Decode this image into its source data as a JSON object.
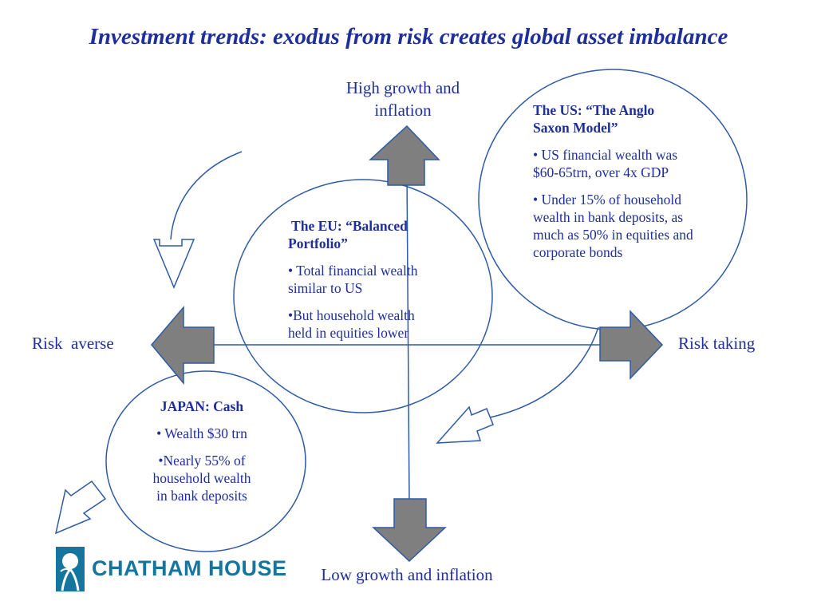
{
  "title": "Investment trends: exodus from risk creates global asset imbalance",
  "axes": {
    "top": "High growth and inflation",
    "top_line1": "High growth and",
    "top_line2": "inflation",
    "bottom": "Low growth and inflation",
    "left": "Risk  averse",
    "right": "Risk taking"
  },
  "us": {
    "heading_line1": "The US: “The Anglo",
    "heading_line2": "Saxon Model”",
    "bullet1_line1": "• US financial wealth was",
    "bullet1_line2": "$60-65trn, over 4x GDP",
    "bullet2_line1": "• Under 15% of household",
    "bullet2_line2": "wealth in bank deposits, as",
    "bullet2_line3": "much as 50% in equities and",
    "bullet2_line4": "corporate bonds"
  },
  "eu": {
    "heading_line1": " The EU: “Balanced",
    "heading_line2": "Portfolio”",
    "bullet1_line1": "• Total financial wealth",
    "bullet1_line2": "similar to US",
    "bullet2_line1": "•But household wealth",
    "bullet2_line2": "held in equities lower"
  },
  "japan": {
    "heading": "JAPAN: Cash",
    "bullet1": "• Wealth $30 trn",
    "bullet2_line1": "•Nearly 55% of",
    "bullet2_line2": "household wealth",
    "bullet2_line3": "in bank deposits"
  },
  "logo": {
    "text": "CHATHAM HOUSE",
    "color": "#16759d"
  },
  "colors": {
    "text": "#1e2f9b",
    "lines": "#2e5aa6",
    "arrow_fill": "#7f7f7f"
  }
}
